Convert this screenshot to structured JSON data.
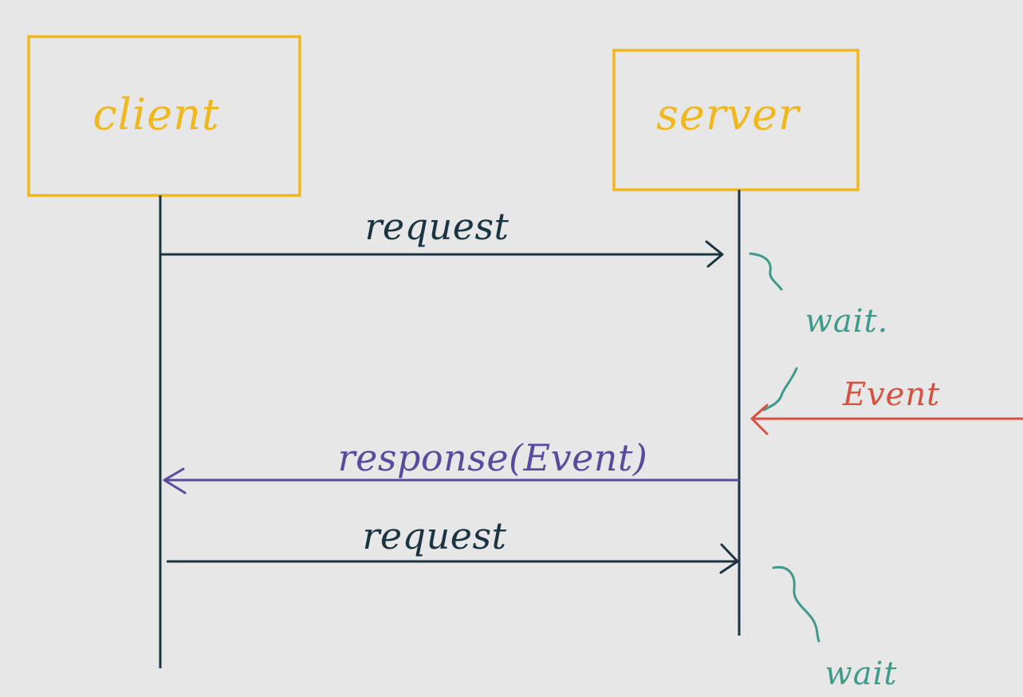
{
  "participants": {
    "client": {
      "label": "client"
    },
    "server": {
      "label": "server"
    }
  },
  "messages": [
    {
      "label": "request",
      "from": "client",
      "to": "server"
    },
    {
      "label": "response(Event)",
      "from": "server",
      "to": "client"
    },
    {
      "label": "request",
      "from": "client",
      "to": "server"
    }
  ],
  "notes": {
    "wait_1": "wait.",
    "wait_2": "wait"
  },
  "external_event": {
    "label": "Event"
  },
  "colors": {
    "background": "#e7e7e7",
    "participant_box": "#f0b81c",
    "participant_text": "#f0b81c",
    "lifeline": "#1b3442",
    "request": "#1b3442",
    "response": "#5a4a9e",
    "wait_note": "#3e9a8a",
    "event": "#d9503f"
  }
}
